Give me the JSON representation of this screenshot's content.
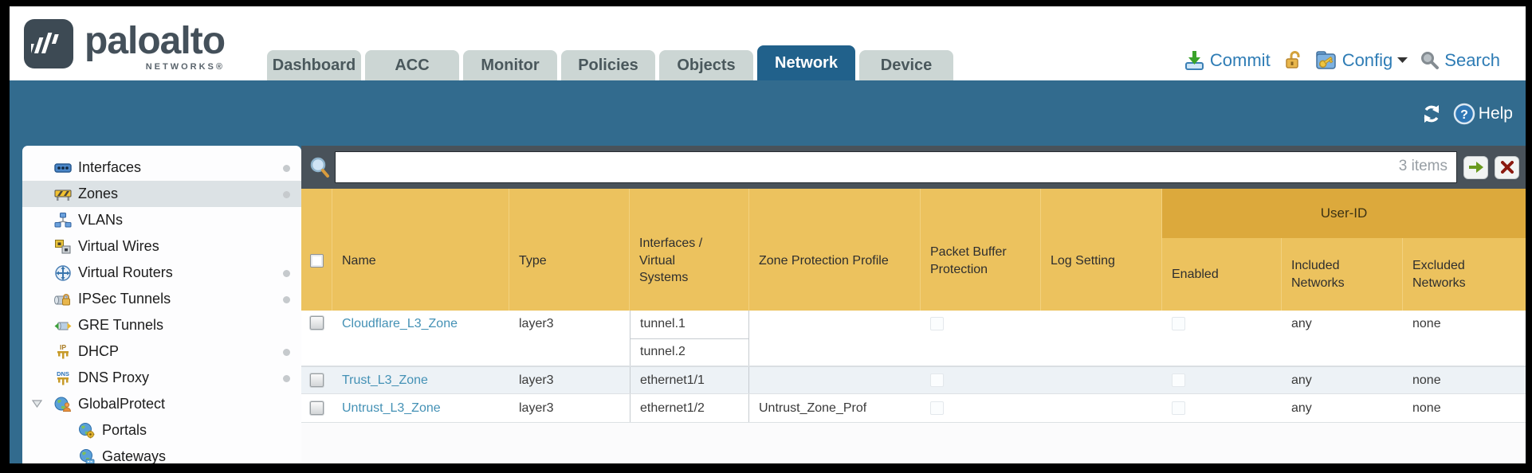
{
  "brand": {
    "name": "paloalto",
    "networks": "NETWORKS®"
  },
  "nav": {
    "tabs": [
      "Dashboard",
      "ACC",
      "Monitor",
      "Policies",
      "Objects",
      "Network",
      "Device"
    ],
    "active": "Network"
  },
  "actions": {
    "commit": "Commit",
    "config": "Config",
    "search": "Search"
  },
  "toolbar": {
    "help": "Help"
  },
  "sidebar": {
    "items": [
      {
        "label": "Interfaces"
      },
      {
        "label": "Zones"
      },
      {
        "label": "VLANs"
      },
      {
        "label": "Virtual Wires"
      },
      {
        "label": "Virtual Routers"
      },
      {
        "label": "IPSec Tunnels"
      },
      {
        "label": "GRE Tunnels"
      },
      {
        "label": "DHCP"
      },
      {
        "label": "DNS Proxy"
      },
      {
        "label": "GlobalProtect"
      },
      {
        "label": "Portals"
      },
      {
        "label": "Gateways"
      }
    ]
  },
  "filter": {
    "value": "",
    "count": "3 items"
  },
  "table": {
    "group_header": "User-ID",
    "columns": {
      "name": "Name",
      "type": "Type",
      "interfaces": "Interfaces / Virtual Systems",
      "zone_protection_profile": "Zone Protection Profile",
      "packet_buffer_protection": "Packet Buffer Protection",
      "log_setting": "Log Setting",
      "enabled": "Enabled",
      "included_networks": "Included Networks",
      "excluded_networks": "Excluded Networks"
    },
    "rows": [
      {
        "name": "Cloudflare_L3_Zone",
        "type": "layer3",
        "interfaces": [
          "tunnel.1",
          "tunnel.2"
        ],
        "zone_protection_profile": "",
        "log_setting": "",
        "included": "any",
        "excluded": "none"
      },
      {
        "name": "Trust_L3_Zone",
        "type": "layer3",
        "interfaces": [
          "ethernet1/1"
        ],
        "zone_protection_profile": "",
        "log_setting": "",
        "included": "any",
        "excluded": "none"
      },
      {
        "name": "Untrust_L3_Zone",
        "type": "layer3",
        "interfaces": [
          "ethernet1/2"
        ],
        "zone_protection_profile": "Untrust_Zone_Prof",
        "log_setting": "",
        "included": "any",
        "excluded": "none"
      }
    ]
  },
  "colors": {
    "accent_teal": "#326b8e",
    "header_gold": "#ecc25e",
    "group_band_gold": "#dca93c",
    "link_blue": "#4491b5",
    "active_tab": "#21618b"
  }
}
